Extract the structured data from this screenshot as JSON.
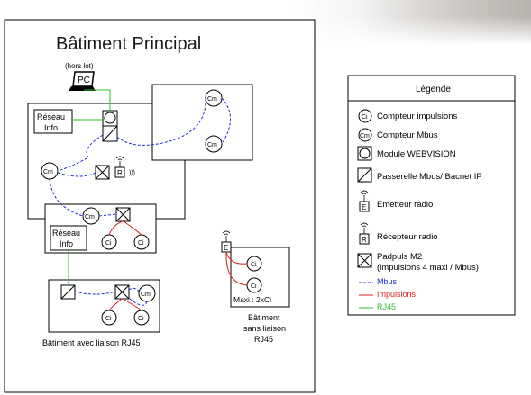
{
  "title": "Bâtiment Principal",
  "hors_lot": "(hors lot)",
  "pc_label": "PC",
  "reseau_info_1": [
    "Réseau",
    "Info"
  ],
  "reseau_info_2": [
    "Réseau",
    "Info"
  ],
  "devices": {
    "ci": "Ci",
    "cm": "Cm",
    "emetteur": "E",
    "recepteur": "R"
  },
  "annex": {
    "maxi": "Maxi : 2xCi",
    "caption": [
      "Bâtiment",
      "sans liaison",
      "RJ45"
    ]
  },
  "building_rj45_caption": "Bâtiment avec liaison RJ45",
  "legend": {
    "title": "Légende",
    "items": {
      "compteur_impulsions": "Compteur impulsions",
      "compteur_mbus": "Compteur Mbus",
      "module_webvision": "Module WEBVISION",
      "passerelle": "Passerelle Mbus/ Bacnet IP",
      "emetteur": "Emetteur radio",
      "recepteur": "Récepteur radio",
      "padpuls_1": "Padpuls M2",
      "padpuls_2": "(impulsions 4 maxi / Mbus)"
    },
    "lines": {
      "mbus": "Mbus",
      "impulsions": "Impulsions",
      "rj45": "RJ45"
    }
  },
  "colors": {
    "mbus": "#1f2fd4",
    "impulsions": "#e02020",
    "rj45": "#2fbf2f"
  }
}
